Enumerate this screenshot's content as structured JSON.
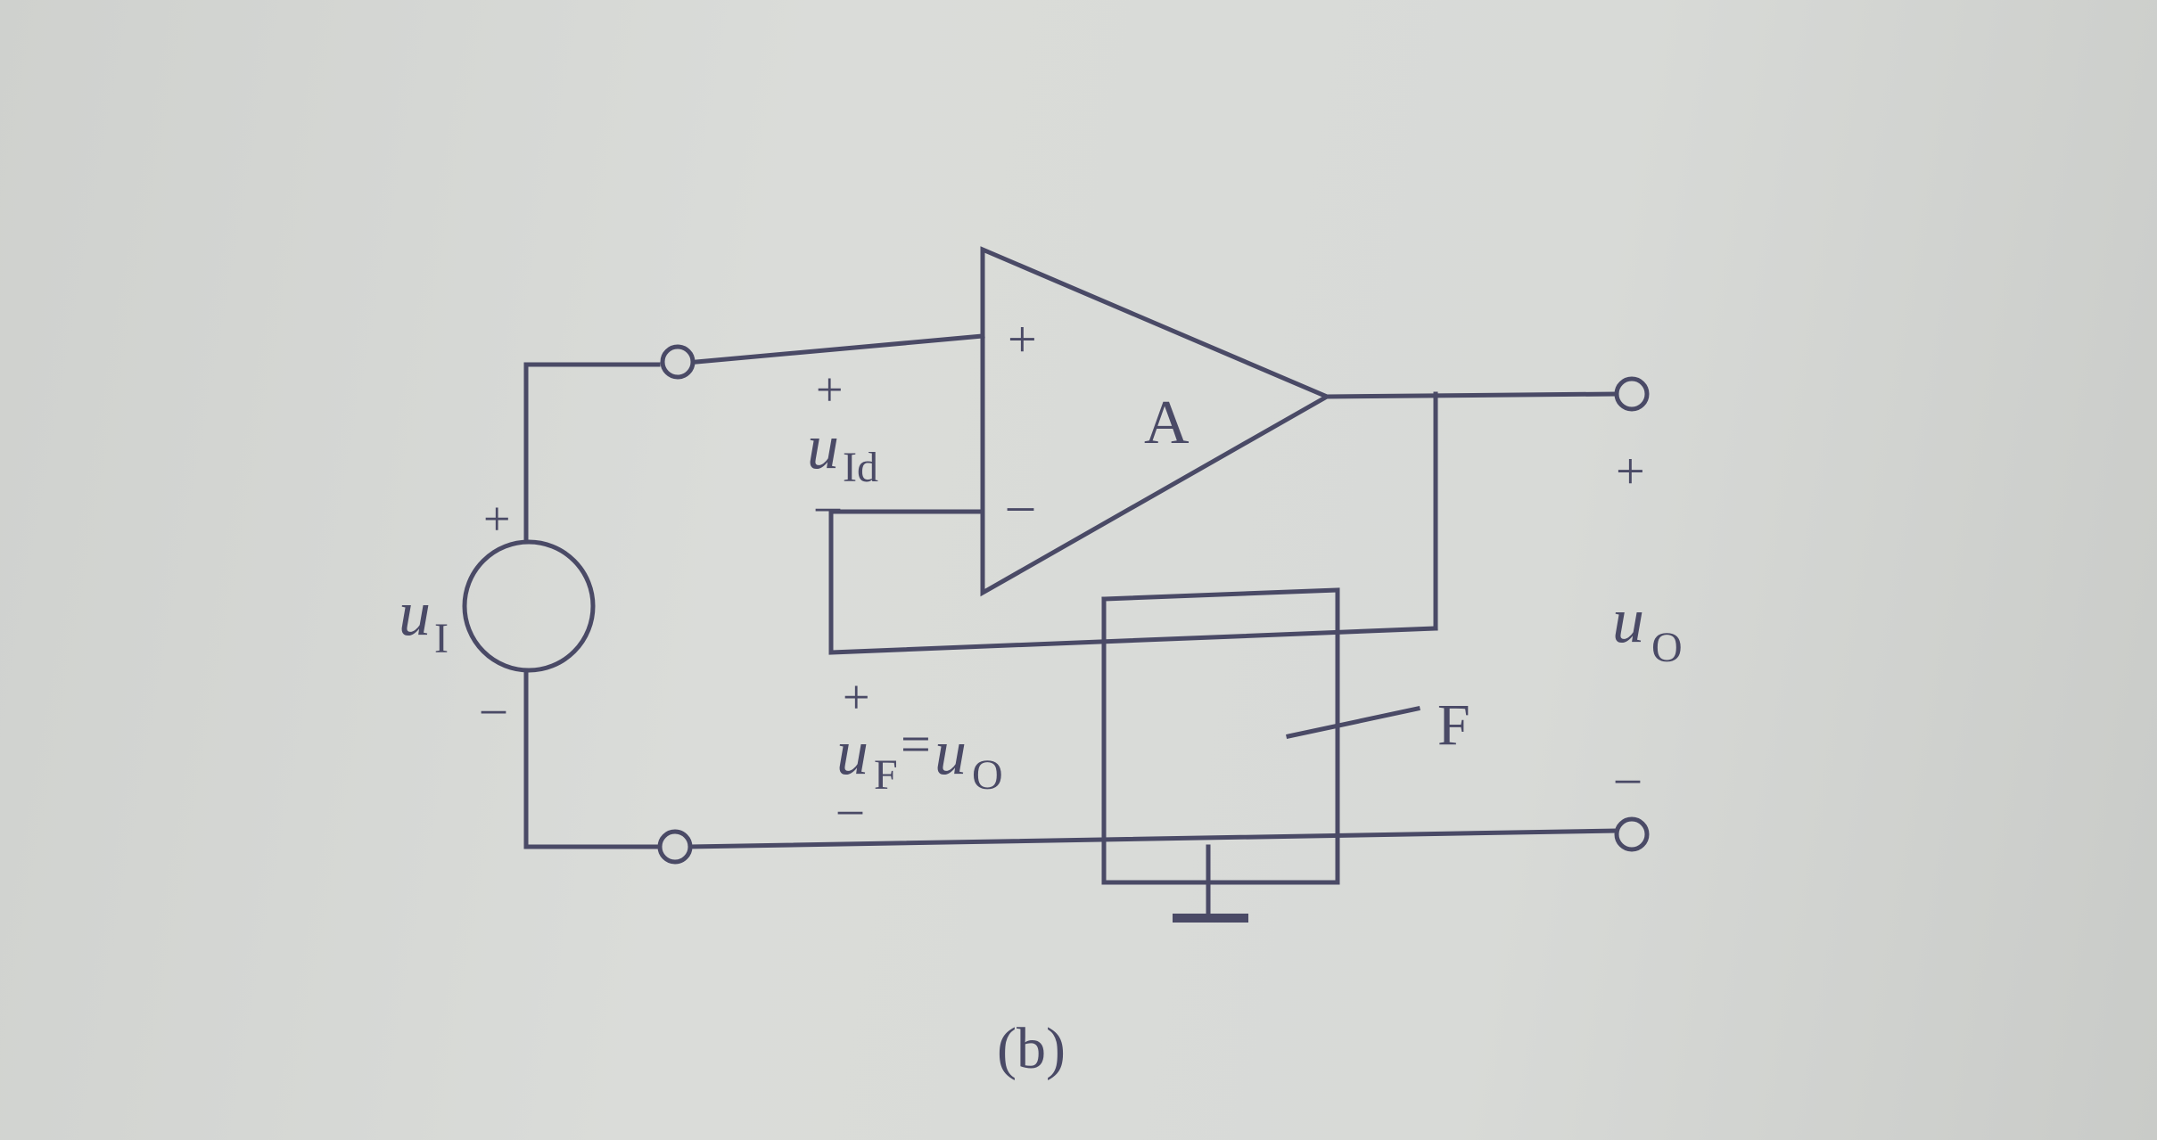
{
  "diagram": {
    "amplifier_label": "A",
    "amp_plus": "+",
    "amp_minus": "–",
    "source_label_main": "u",
    "source_label_sub": "I",
    "source_plus": "+",
    "source_minus": "–",
    "uid_plus": "+",
    "uid_main": "u",
    "uid_sub": "Id",
    "uid_minus": "–",
    "uf_plus": "+",
    "uf_main": "u",
    "uf_sub": "F",
    "uf_eq": "=",
    "uf_rhs_main": "u",
    "uf_rhs_sub": "O",
    "uf_minus": "–",
    "feedback_label": "F",
    "out_plus": "+",
    "out_main": "u",
    "out_sub": "O",
    "out_minus": "–",
    "caption": "(b)"
  },
  "colors": {
    "ink": "#4a4a66",
    "paper": "#d7d9d6"
  }
}
